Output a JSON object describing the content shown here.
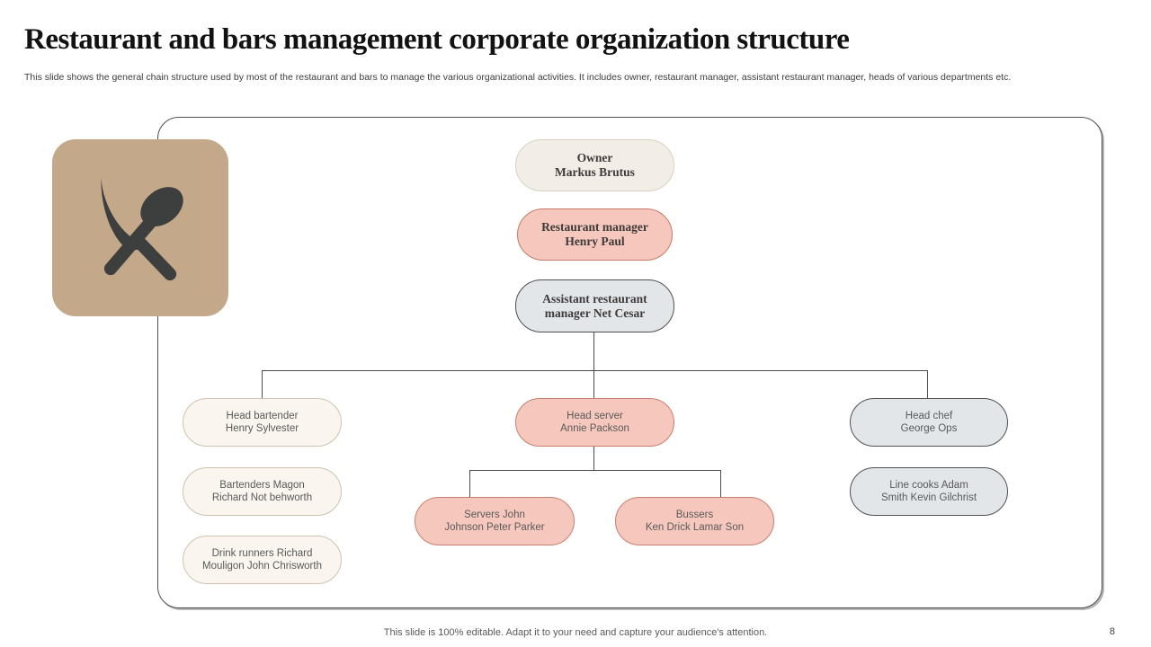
{
  "slide": {
    "title": "Restaurant and bars management corporate organization structure",
    "subtitle": "This slide shows the general chain structure used by most of the restaurant and bars to manage the various organizational activities. It includes owner, restaurant manager, assistant restaurant manager, heads of various departments etc.",
    "footer": "This slide is 100% editable. Adapt it to your need and capture your audience's attention.",
    "page_number": "8"
  },
  "icon": {
    "name": "crossed-knife-and-spoon-icon",
    "background": "#c3a88a",
    "glyph_color": "#3d3f3f"
  },
  "colors": {
    "cream_fill": "#f2ede6",
    "cream_light_fill": "#faf5ef",
    "pink_fill": "#f6c8bd",
    "gray_fill": "#e2e6e9",
    "connector_line": "#4d4d4d"
  },
  "org_chart": {
    "nodes": [
      {
        "id": "owner",
        "lines": [
          "Owner",
          "Markus Brutus"
        ]
      },
      {
        "id": "restaurant-manager",
        "lines": [
          "Restaurant manager",
          "Henry Paul"
        ]
      },
      {
        "id": "assistant-manager",
        "lines": [
          "Assistant restaurant",
          "manager Net Cesar"
        ]
      },
      {
        "id": "head-bartender",
        "lines": [
          "Head bartender",
          "Henry Sylvester"
        ]
      },
      {
        "id": "head-server",
        "lines": [
          "Head server",
          "Annie Packson"
        ]
      },
      {
        "id": "head-chef",
        "lines": [
          "Head chef",
          "George Ops"
        ]
      },
      {
        "id": "bartenders",
        "lines": [
          "Bartenders Magon",
          "Richard Not behworth"
        ]
      },
      {
        "id": "line-cooks",
        "lines": [
          "Line cooks Adam",
          "Smith Kevin Gilchrist"
        ]
      },
      {
        "id": "drink-runners",
        "lines": [
          "Drink runners Richard",
          "Mouligon John Chrisworth"
        ]
      },
      {
        "id": "servers",
        "lines": [
          "Servers John",
          "Johnson Peter Parker"
        ]
      },
      {
        "id": "bussers",
        "lines": [
          "Bussers",
          "Ken Drick Lamar Son"
        ]
      }
    ]
  }
}
